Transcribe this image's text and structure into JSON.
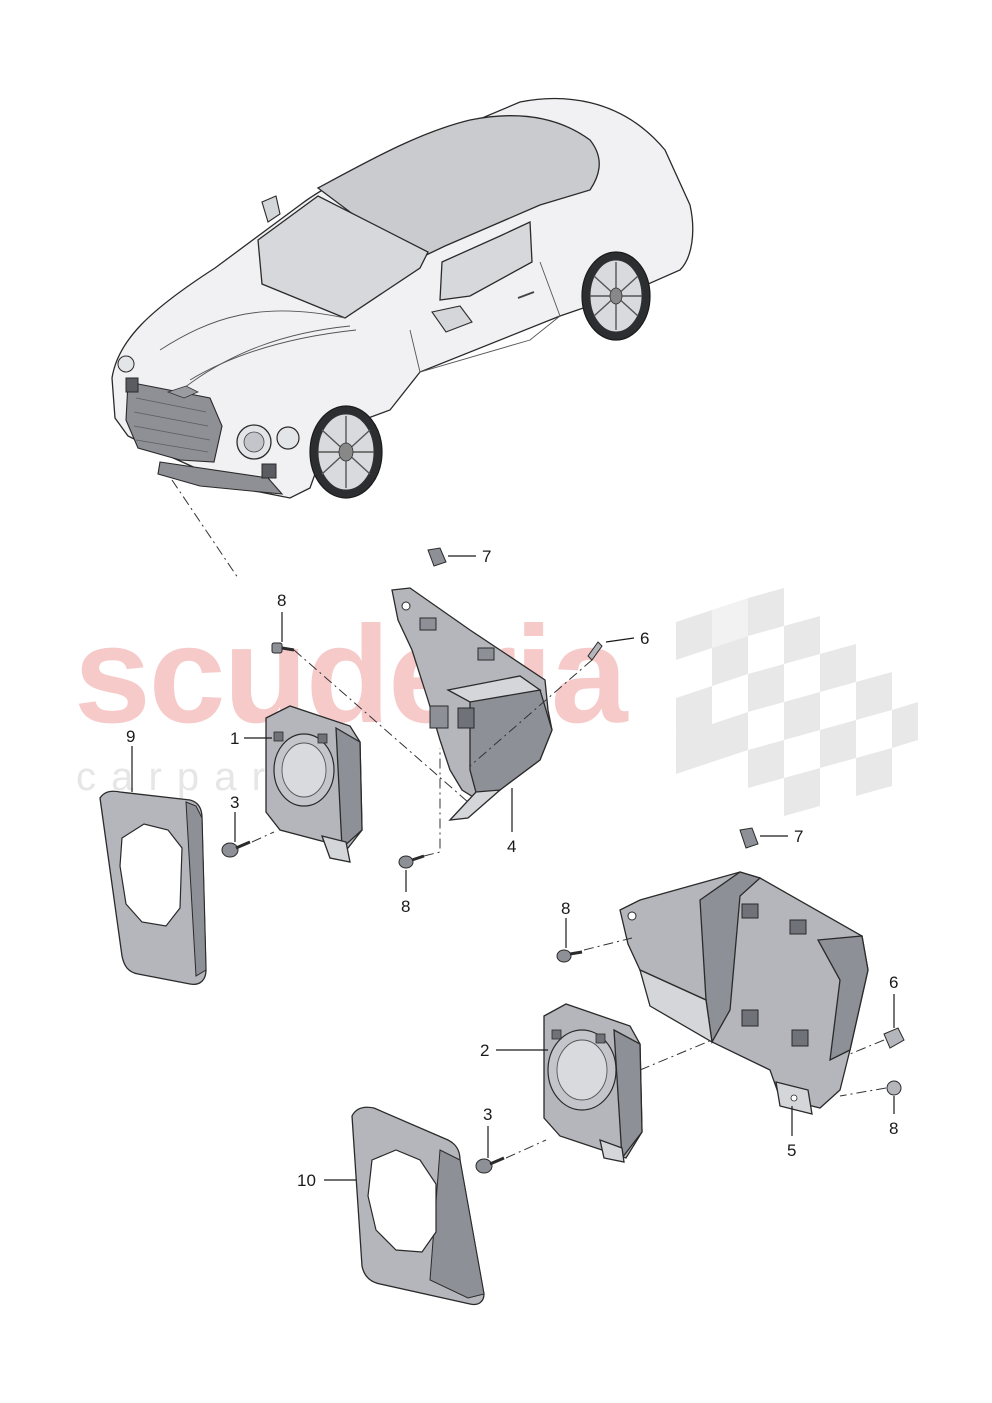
{
  "watermark": {
    "brand": "scuderia",
    "sub": "c a r   p a r t s",
    "checker_color": "#e8e8e8",
    "brand_color": "#f7caca"
  },
  "callouts": {
    "p1": "1",
    "p2": "2",
    "p3_upper": "3",
    "p3_lower": "3",
    "p4": "4",
    "p5": "5",
    "p6_upper": "6",
    "p6_lower": "6",
    "p7_upper": "7",
    "p7_lower": "7",
    "p8_a": "8",
    "p8_b": "8",
    "p8_c": "8",
    "p8_d": "8",
    "p9": "9",
    "p10": "10"
  },
  "colors": {
    "part_fill": "#b4b6bb",
    "part_fill_dark": "#8d9096",
    "part_fill_light": "#d4d6da",
    "line": "#1a1a1a"
  }
}
